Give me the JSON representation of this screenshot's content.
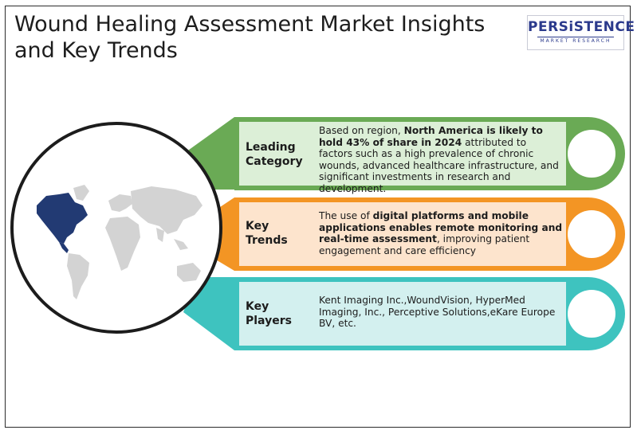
{
  "title_line1": "Wound Healing Assessment Market Insights",
  "title_line2": "and Key Trends",
  "logo": {
    "word": "PERSiSTENCE",
    "sub": "MARKET RESEARCH"
  },
  "colors": {
    "green": "#6aaa55",
    "green_fill": "#dcefd7",
    "orange": "#f39524",
    "orange_fill": "#fde4cd",
    "teal": "#3ec3bf",
    "teal_fill": "#d3f0ef",
    "map_highlight": "#223a73",
    "map_gray": "#d3d3d3"
  },
  "rows": [
    {
      "key": "leading",
      "label_line1": "Leading",
      "label_line2": "Category",
      "desc": [
        "Based on region, ",
        "North America is likely to hold 43% of share in 2024",
        " attributed to factors such as a high prevalence of chronic wounds, advanced healthcare infrastructure, and significant investments in research and development."
      ]
    },
    {
      "key": "trends",
      "label_line1": "Key",
      "label_line2": "Trends",
      "desc": [
        "The use of ",
        "digital platforms and mobile applications enables remote monitoring and real-time assessment",
        ", improving patient engagement and care efficiency"
      ]
    },
    {
      "key": "players",
      "label_line1": "Key",
      "label_line2": "Players",
      "desc": [
        "",
        "",
        "Kent Imaging Inc.,WoundVision, HyperMed Imaging, Inc., Perceptive Solutions,eKare Europe BV, etc."
      ]
    }
  ],
  "icons": {
    "globe": "world-map-icon",
    "circles": "ring-icon"
  }
}
